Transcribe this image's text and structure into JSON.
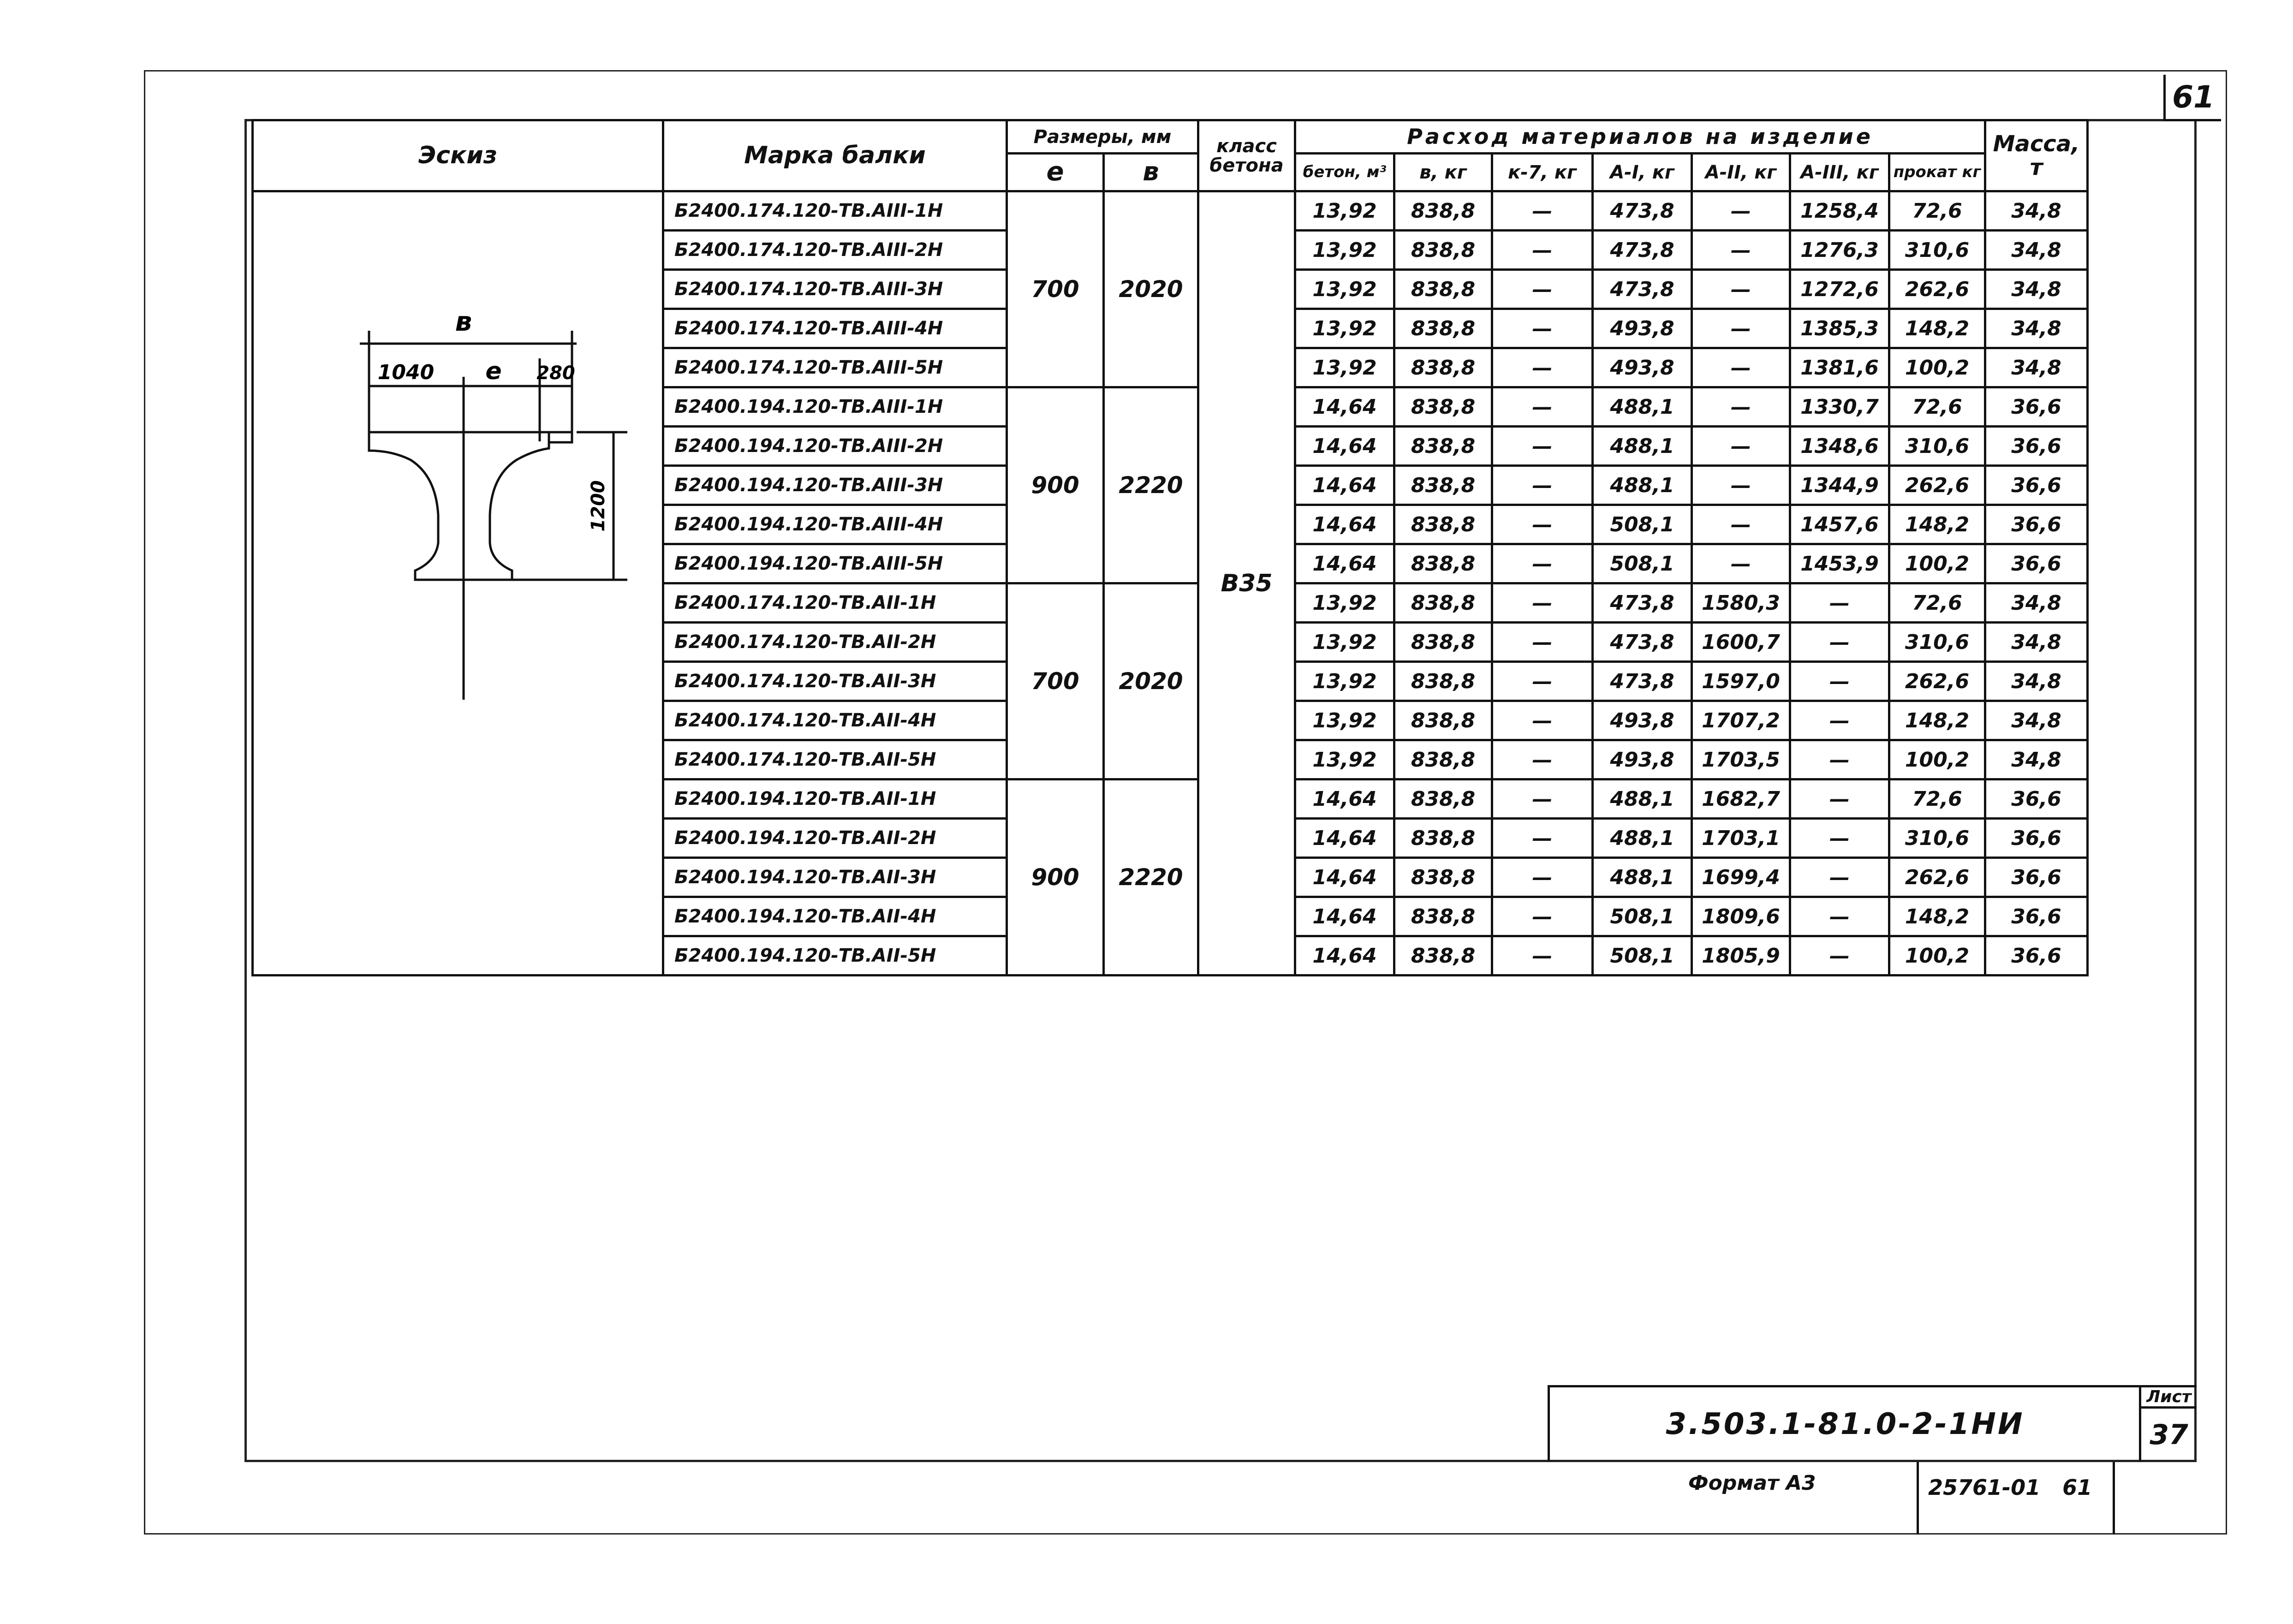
{
  "page_number": "61",
  "header": {
    "sketch": "Эскиз",
    "mark": "Марка балки",
    "dims": "Размеры, мм",
    "dim_e": "е",
    "dim_b": "в",
    "concrete_class_1": "класс",
    "concrete_class_2": "бетона",
    "consumption": "Расход   материалов   на   изделие",
    "concrete": "бетон, м³",
    "b_kg": "в, кг",
    "k7_kg": "к-7, кг",
    "a1_kg": "А-I, кг",
    "a2_kg": "А-II, кг",
    "a3_kg": "А-III, кг",
    "rolled_kg": "прокат кг",
    "mass": "Масса, т"
  },
  "concrete_class": "В35",
  "groups": [
    {
      "e": "700",
      "b": "2020",
      "rows": [
        {
          "mark": "Б2400.174.120-ТВ.АIII-1Н",
          "concrete": "13,92",
          "b": "838,8",
          "k7": "—",
          "a1": "473,8",
          "a2": "—",
          "a3": "1258,4",
          "rolled": "72,6",
          "mass": "34,8"
        },
        {
          "mark": "Б2400.174.120-ТВ.АIII-2Н",
          "concrete": "13,92",
          "b": "838,8",
          "k7": "—",
          "a1": "473,8",
          "a2": "—",
          "a3": "1276,3",
          "rolled": "310,6",
          "mass": "34,8"
        },
        {
          "mark": "Б2400.174.120-ТВ.АIII-3Н",
          "concrete": "13,92",
          "b": "838,8",
          "k7": "—",
          "a1": "473,8",
          "a2": "—",
          "a3": "1272,6",
          "rolled": "262,6",
          "mass": "34,8"
        },
        {
          "mark": "Б2400.174.120-ТВ.АIII-4Н",
          "concrete": "13,92",
          "b": "838,8",
          "k7": "—",
          "a1": "493,8",
          "a2": "—",
          "a3": "1385,3",
          "rolled": "148,2",
          "mass": "34,8"
        },
        {
          "mark": "Б2400.174.120-ТВ.АIII-5Н",
          "concrete": "13,92",
          "b": "838,8",
          "k7": "—",
          "a1": "493,8",
          "a2": "—",
          "a3": "1381,6",
          "rolled": "100,2",
          "mass": "34,8"
        }
      ]
    },
    {
      "e": "900",
      "b": "2220",
      "rows": [
        {
          "mark": "Б2400.194.120-ТВ.АIII-1Н",
          "concrete": "14,64",
          "b": "838,8",
          "k7": "—",
          "a1": "488,1",
          "a2": "—",
          "a3": "1330,7",
          "rolled": "72,6",
          "mass": "36,6"
        },
        {
          "mark": "Б2400.194.120-ТВ.АIII-2Н",
          "concrete": "14,64",
          "b": "838,8",
          "k7": "—",
          "a1": "488,1",
          "a2": "—",
          "a3": "1348,6",
          "rolled": "310,6",
          "mass": "36,6"
        },
        {
          "mark": "Б2400.194.120-ТВ.АIII-3Н",
          "concrete": "14,64",
          "b": "838,8",
          "k7": "—",
          "a1": "488,1",
          "a2": "—",
          "a3": "1344,9",
          "rolled": "262,6",
          "mass": "36,6"
        },
        {
          "mark": "Б2400.194.120-ТВ.АIII-4Н",
          "concrete": "14,64",
          "b": "838,8",
          "k7": "—",
          "a1": "508,1",
          "a2": "—",
          "a3": "1457,6",
          "rolled": "148,2",
          "mass": "36,6"
        },
        {
          "mark": "Б2400.194.120-ТВ.АIII-5Н",
          "concrete": "14,64",
          "b": "838,8",
          "k7": "—",
          "a1": "508,1",
          "a2": "—",
          "a3": "1453,9",
          "rolled": "100,2",
          "mass": "36,6"
        }
      ]
    },
    {
      "e": "700",
      "b": "2020",
      "rows": [
        {
          "mark": "Б2400.174.120-ТВ.АII-1Н",
          "concrete": "13,92",
          "b": "838,8",
          "k7": "—",
          "a1": "473,8",
          "a2": "1580,3",
          "a3": "—",
          "rolled": "72,6",
          "mass": "34,8"
        },
        {
          "mark": "Б2400.174.120-ТВ.АII-2Н",
          "concrete": "13,92",
          "b": "838,8",
          "k7": "—",
          "a1": "473,8",
          "a2": "1600,7",
          "a3": "—",
          "rolled": "310,6",
          "mass": "34,8"
        },
        {
          "mark": "Б2400.174.120-ТВ.АII-3Н",
          "concrete": "13,92",
          "b": "838,8",
          "k7": "—",
          "a1": "473,8",
          "a2": "1597,0",
          "a3": "—",
          "rolled": "262,6",
          "mass": "34,8"
        },
        {
          "mark": "Б2400.174.120-ТВ.АII-4Н",
          "concrete": "13,92",
          "b": "838,8",
          "k7": "—",
          "a1": "493,8",
          "a2": "1707,2",
          "a3": "—",
          "rolled": "148,2",
          "mass": "34,8"
        },
        {
          "mark": "Б2400.174.120-ТВ.АII-5Н",
          "concrete": "13,92",
          "b": "838,8",
          "k7": "—",
          "a1": "493,8",
          "a2": "1703,5",
          "a3": "—",
          "rolled": "100,2",
          "mass": "34,8"
        }
      ]
    },
    {
      "e": "900",
      "b": "2220",
      "rows": [
        {
          "mark": "Б2400.194.120-ТВ.АII-1Н",
          "concrete": "14,64",
          "b": "838,8",
          "k7": "—",
          "a1": "488,1",
          "a2": "1682,7",
          "a3": "—",
          "rolled": "72,6",
          "mass": "36,6"
        },
        {
          "mark": "Б2400.194.120-ТВ.АII-2Н",
          "concrete": "14,64",
          "b": "838,8",
          "k7": "—",
          "a1": "488,1",
          "a2": "1703,1",
          "a3": "—",
          "rolled": "310,6",
          "mass": "36,6"
        },
        {
          "mark": "Б2400.194.120-ТВ.АII-3Н",
          "concrete": "14,64",
          "b": "838,8",
          "k7": "—",
          "a1": "488,1",
          "a2": "1699,4",
          "a3": "—",
          "rolled": "262,6",
          "mass": "36,6"
        },
        {
          "mark": "Б2400.194.120-ТВ.АII-4Н",
          "concrete": "14,64",
          "b": "838,8",
          "k7": "—",
          "a1": "508,1",
          "a2": "1809,6",
          "a3": "—",
          "rolled": "148,2",
          "mass": "36,6"
        },
        {
          "mark": "Б2400.194.120-ТВ.АII-5Н",
          "concrete": "14,64",
          "b": "838,8",
          "k7": "—",
          "a1": "508,1",
          "a2": "1805,9",
          "a3": "—",
          "rolled": "100,2",
          "mass": "36,6"
        }
      ]
    }
  ],
  "sketch": {
    "label_b": "в",
    "label_e": "е",
    "dim_1040": "1040",
    "dim_280": "280",
    "dim_1200": "1200"
  },
  "stamp": {
    "doc_code": "3.503.1-81.0-2-1НИ",
    "sheet_label": "Лист",
    "sheet_number": "37",
    "format": "Формат А3",
    "inventory": "25761-01   61"
  }
}
